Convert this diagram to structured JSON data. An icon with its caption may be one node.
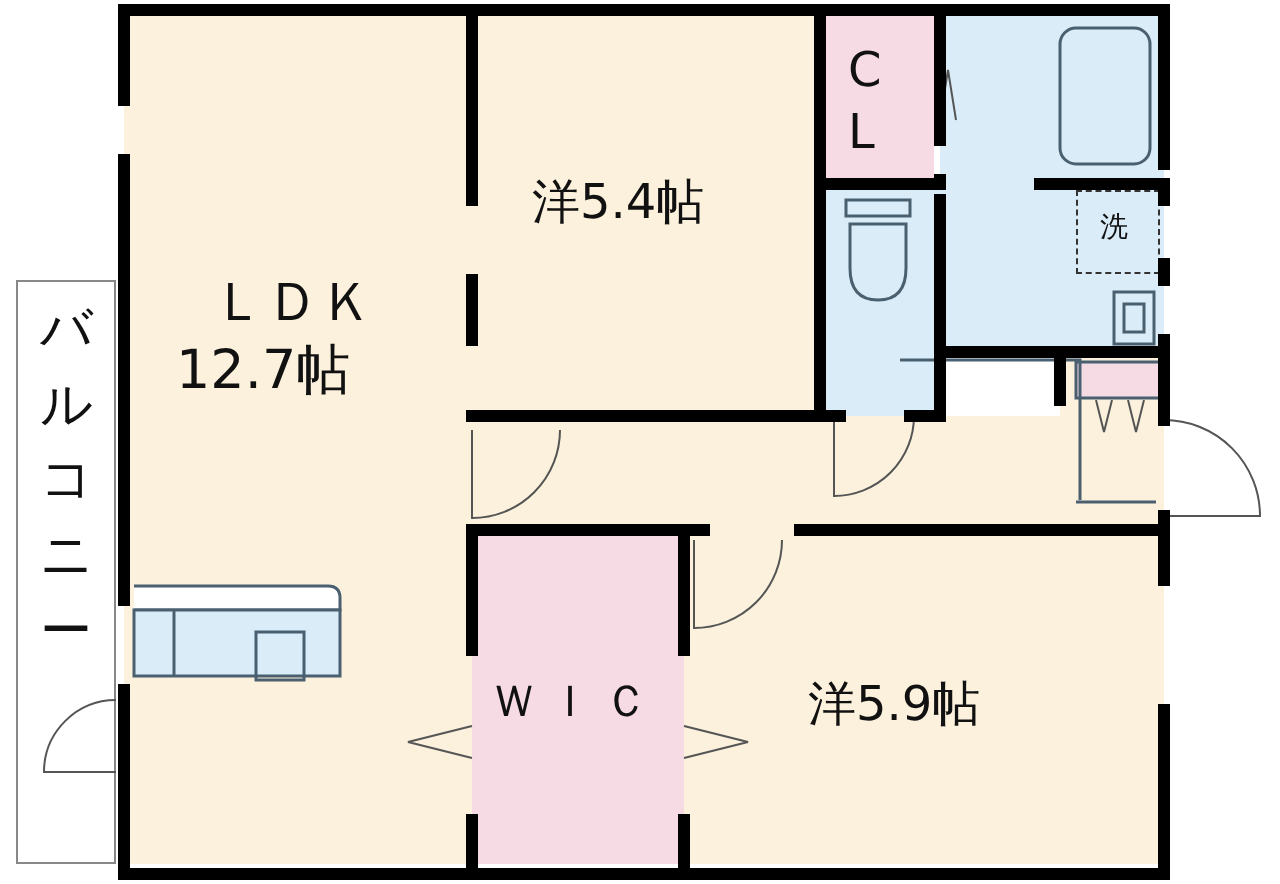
{
  "diagram": {
    "nodes": [
      {
        "text": [
          "バルコニー"
        ]
      },
      {
        "text": [
          "ＬＤＫ",
          "12.7帖"
        ]
      },
      {
        "text": [
          "洋5.4帖"
        ]
      },
      {
        "text": [
          "C L"
        ]
      },
      {
        "text": [
          "洗"
        ]
      },
      {
        "text": [
          "ＷＩＣ"
        ]
      },
      {
        "text": [
          "洋5.9帖"
        ]
      }
    ]
  }
}
